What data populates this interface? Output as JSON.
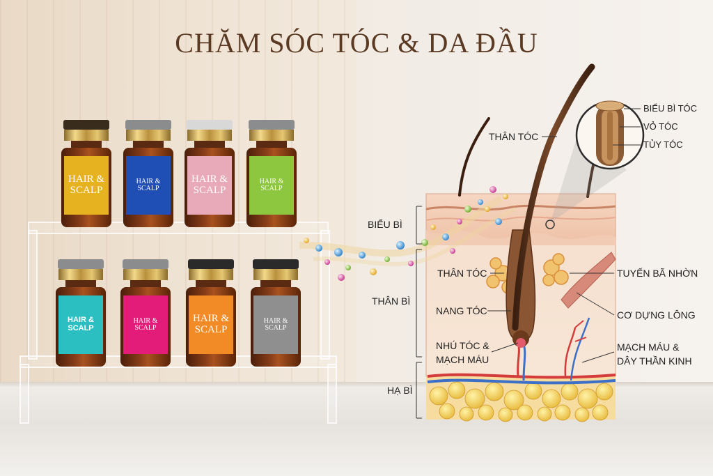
{
  "title": "CHĂM SÓC TÓC & DA ĐẦU",
  "bottles": [
    {
      "label": "HAIR & SCALP",
      "color": "#e7b21f",
      "cap": "#3a2c1c"
    },
    {
      "label": "HAIR & SCALP",
      "color": "#1f4fb5",
      "cap": "#8a8c8e"
    },
    {
      "label": "HAIR & SCALP",
      "color": "#e8a9b9",
      "cap": "#d8d8d8"
    },
    {
      "label": "HAIR & SCALP",
      "color": "#8dc63f",
      "cap": "#8a8c8e"
    },
    {
      "label": "HAIR & SCALP",
      "color": "#2bbfc2",
      "cap": "#8a8c8e"
    },
    {
      "label": "HAIR & SCALP",
      "color": "#e31c79",
      "cap": "#8a8c8e"
    },
    {
      "label": "HAIR & SCALP",
      "color": "#f28a25",
      "cap": "#2a2a2a"
    },
    {
      "label": "HAIR & SCALP",
      "color": "#8f8f8f",
      "cap": "#2a2a2a"
    }
  ],
  "diagram": {
    "layers": {
      "epidermis": "BIỂU BÌ",
      "dermis": "THÂN BÌ",
      "hypodermis": "HẠ BÌ"
    },
    "labels": {
      "hair_shaft_top": "THÂN TÓC",
      "cuticle": "BIỂU BÌ TÓC",
      "cortex": "VỎ TÓC",
      "medulla": "TỦY TÓC",
      "hair_shaft_inner": "THÂN TÓC",
      "sebaceous_gland": "TUYẾN BÃ NHỜN",
      "hair_follicle": "NANG TÓC",
      "arrector_pili": "CƠ DỰNG LÔNG",
      "papilla_line1": "NHÚ TÓC &",
      "papilla_line2": "MẠCH MÁU",
      "vessels_line1": "MẠCH MÁU &",
      "vessels_line2": "DÂY THẦN KINH"
    }
  }
}
